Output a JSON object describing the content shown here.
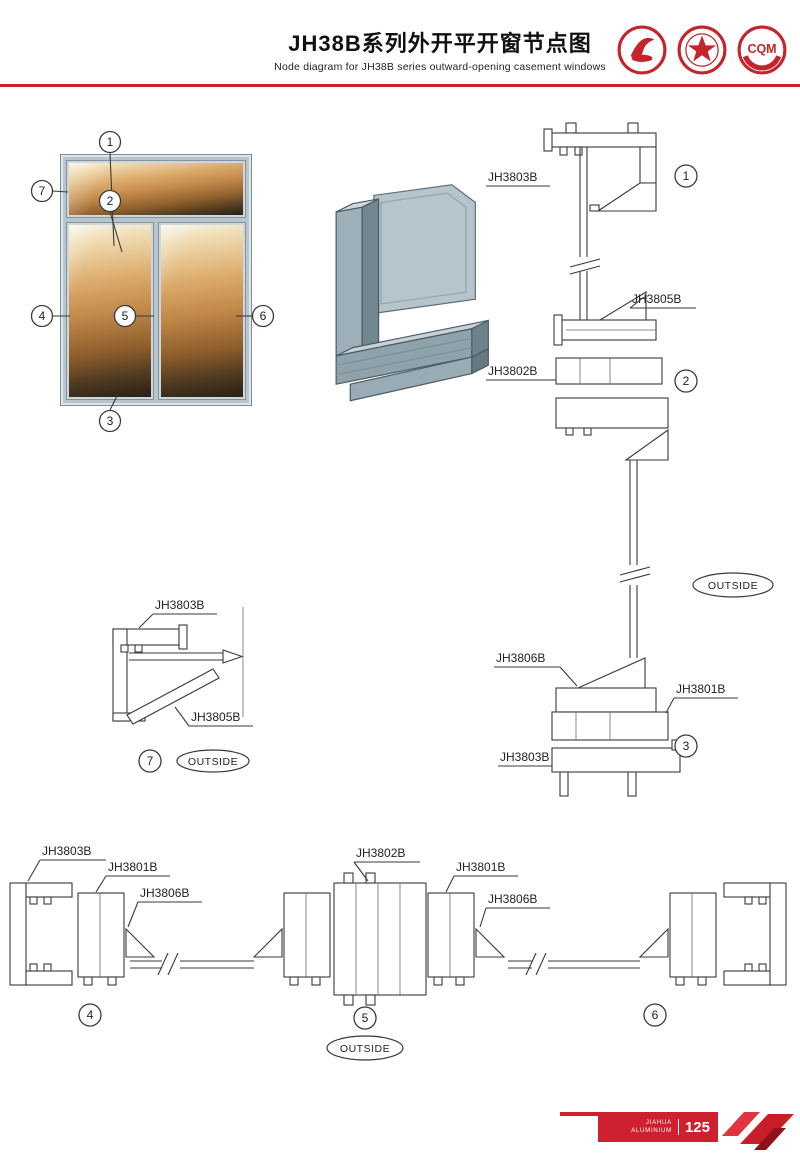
{
  "header": {
    "title_zh": "JH38B系列外开平开窗节点图",
    "title_en": "Node diagram for JH38B series outward-opening casement windows",
    "logos": {
      "cqm_text": "CQM"
    }
  },
  "overview_callouts": {
    "c1": "1",
    "c2": "2",
    "c3": "3",
    "c4": "4",
    "c5": "5",
    "c6": "6",
    "c7": "7"
  },
  "vertical_section": {
    "label_head_frame": "JH3803B",
    "label_top_sash": "JH3805B",
    "label_mid_frame": "JH3802B",
    "label_bottom_bead": "JH3806B",
    "label_bottom_frame": "JH3801B",
    "label_sill": "JH3803B",
    "callout_1": "1",
    "callout_2": "2",
    "callout_3": "3",
    "outside": "OUTSIDE"
  },
  "detail_7": {
    "label_frame": "JH3803B",
    "label_sash": "JH3805B",
    "callout": "7",
    "outside": "OUTSIDE"
  },
  "horizontal_section": {
    "label_left_jamb": "JH3803B",
    "label_left_sash": "JH3801B",
    "label_left_bead": "JH3806B",
    "label_mullion": "JH3802B",
    "label_right_sash": "JH3801B",
    "label_right_bead": "JH3806B",
    "callout_4": "4",
    "callout_5": "5",
    "callout_6": "6",
    "outside": "OUTSIDE"
  },
  "footer": {
    "brand_top": "JIAHUA",
    "brand_bottom": "ALUMINIUM",
    "page_number": "125"
  }
}
